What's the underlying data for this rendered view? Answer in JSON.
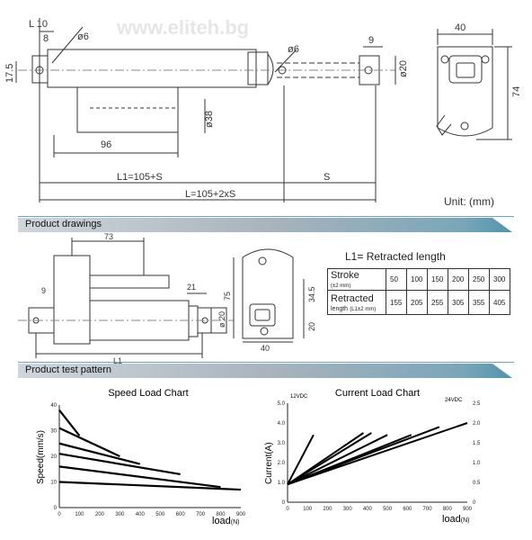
{
  "watermark": "www.eliteh.bg",
  "top_drawing": {
    "dims": {
      "l10": "L 10",
      "d8": "8",
      "d6a": "ø6",
      "d6b": "ø6",
      "d9": "9",
      "d20": "ø20",
      "d175": "17.5",
      "d38": "ø38",
      "d96": "96",
      "l1": "L1=105+S",
      "s": "S",
      "l": "L=105+2xS",
      "w40": "40",
      "h74": "74"
    },
    "unit": "Unit: (mm)"
  },
  "sections": {
    "product_drawings": "Product  drawings",
    "product_test_pattern": "Product test pattern"
  },
  "mid_drawing": {
    "dims": {
      "d73": "73",
      "d9": "9",
      "d21": "21",
      "d20": "ø 20",
      "d75": "75",
      "d345": "34.5",
      "d20b": "20",
      "d40": "40",
      "l1": "L1"
    }
  },
  "retracted_table": {
    "title": "L1= Retracted length",
    "row1": {
      "head": "Stroke",
      "sub": "(±2 mm)",
      "values": [
        "50",
        "100",
        "150",
        "200",
        "250",
        "300"
      ]
    },
    "row2": {
      "head": "Retracted",
      "head2": "length",
      "sub": "(L1±2 mm)",
      "values": [
        "155",
        "205",
        "255",
        "305",
        "355",
        "405"
      ]
    }
  },
  "chart_data": [
    {
      "type": "line",
      "title": "Speed Load Chart",
      "ylabel": "Speed(mm/s)",
      "xlabel": "load",
      "xunit": "(N)",
      "xlim": [
        0,
        900
      ],
      "ylim": [
        0,
        40
      ],
      "x_ticks": [
        "0",
        "100",
        "200",
        "300",
        "400",
        "500",
        "600",
        "700",
        "800",
        "900"
      ],
      "y_ticks": [
        "0",
        "10",
        "20",
        "30",
        "40"
      ],
      "series": [
        {
          "points": [
            [
              0,
              38
            ],
            [
              100,
              28
            ]
          ]
        },
        {
          "points": [
            [
              0,
              31
            ],
            [
              300,
              20
            ]
          ]
        },
        {
          "points": [
            [
              0,
              25
            ],
            [
              400,
              17
            ]
          ]
        },
        {
          "points": [
            [
              0,
              21
            ],
            [
              600,
              13
            ]
          ]
        },
        {
          "points": [
            [
              0,
              16
            ],
            [
              800,
              8
            ]
          ]
        },
        {
          "points": [
            [
              0,
              10
            ],
            [
              900,
              7
            ]
          ]
        }
      ]
    },
    {
      "type": "line",
      "title": "Current Load Chart",
      "ylabel": "Current(A)",
      "xlabel": "load",
      "xunit": "(N)",
      "left_axis_label": "12VDC",
      "right_axis_label": "24VDC",
      "xlim": [
        0,
        900
      ],
      "ylim_left": [
        0,
        5.0
      ],
      "ylim_right": [
        0,
        2.5
      ],
      "x_ticks": [
        "0",
        "100",
        "200",
        "300",
        "400",
        "500",
        "600",
        "700",
        "800",
        "900"
      ],
      "y_ticks_left": [
        "0",
        "1.0",
        "2.0",
        "3.0",
        "4.0",
        "5.0"
      ],
      "y_ticks_right": [
        "0",
        "0.5",
        "1.0",
        "1.5",
        "2.0",
        "2.5"
      ],
      "series": [
        {
          "points": [
            [
              0,
              0.9
            ],
            [
              130,
              3.4
            ]
          ]
        },
        {
          "points": [
            [
              0,
              0.9
            ],
            [
              380,
              3.5
            ]
          ]
        },
        {
          "points": [
            [
              0,
              0.9
            ],
            [
              420,
              3.5
            ]
          ]
        },
        {
          "points": [
            [
              0,
              0.9
            ],
            [
              500,
              3.4
            ]
          ]
        },
        {
          "points": [
            [
              0,
              0.9
            ],
            [
              620,
              3.4
            ]
          ]
        },
        {
          "points": [
            [
              0,
              0.9
            ],
            [
              760,
              3.8
            ]
          ]
        },
        {
          "points": [
            [
              0,
              0.9
            ],
            [
              900,
              4.0
            ]
          ]
        }
      ]
    }
  ]
}
